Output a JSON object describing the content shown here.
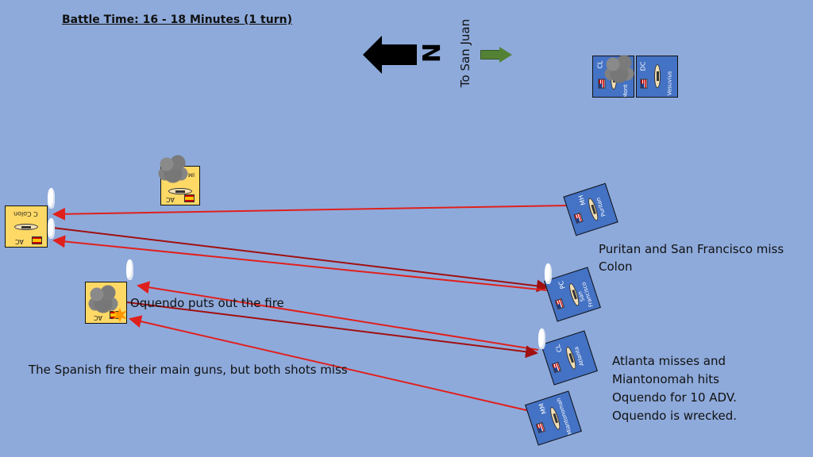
{
  "title": "Battle Time: 16 - 18 Minutes (1 turn)",
  "compass": {
    "north_label": "N",
    "direction_label": "To San Juan"
  },
  "annotations": {
    "puritan_sf": [
      "Puritan and San Francisco miss",
      "Colon"
    ],
    "oquendo_fire": "Oquendo puts out the fire",
    "spanish_fire": "The Spanish fire their main guns, but both shots miss",
    "atlanta_mian": [
      "Atlanta misses and",
      "Miantonomah hits",
      "Oquendo for 10 ADV.",
      "Oquendo is wrecked."
    ]
  },
  "counters": {
    "colon": {
      "type": "AC",
      "name": "C Colon",
      "side": "Spain"
    },
    "spanish_smoke": {
      "type": "AC",
      "name": "IM",
      "side": "Spain"
    },
    "oquendo": {
      "type": "AC",
      "name": "",
      "side": "Spain"
    },
    "montgomery": {
      "type": "CL",
      "name": "Mont",
      "side": "USA"
    },
    "vesuvius": {
      "type": "DC",
      "name": "Vesuvius",
      "side": "USA"
    },
    "puritan": {
      "type": "MH",
      "name": "Puritan",
      "side": "USA"
    },
    "san_francisco": {
      "type": "PC",
      "name": "San Francisco",
      "side": "USA"
    },
    "atlanta": {
      "type": "CL",
      "name": "Atlanta",
      "side": "USA"
    },
    "miantonomah": {
      "type": "MM",
      "name": "Miantonomah",
      "side": "USA"
    }
  },
  "colors": {
    "sea": "#8eaadb",
    "us_counter": "#4472c4",
    "spain_counter": "#ffd966",
    "fire_line": "#e0201c",
    "fire_line_dark": "#a01010",
    "compass_arrow": "#000000",
    "san_juan_arrow": "#548235"
  }
}
